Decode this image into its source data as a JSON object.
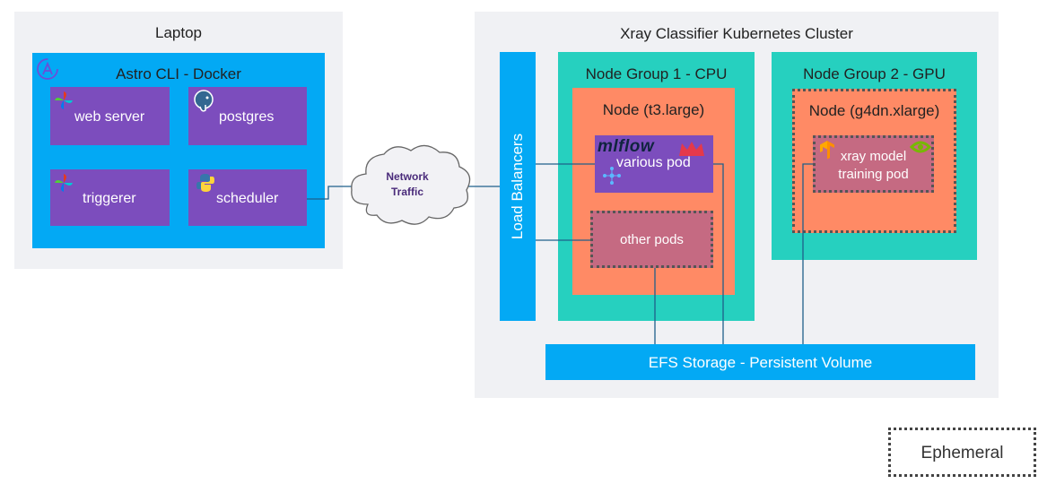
{
  "laptop": {
    "title": "Laptop",
    "docker": {
      "title": "Astro CLI - Docker",
      "services": {
        "web_server": "web server",
        "postgres": "postgres",
        "triggerer": "triggerer",
        "scheduler": "scheduler"
      }
    }
  },
  "network": {
    "line1": "Network",
    "line2": "Traffic"
  },
  "cluster": {
    "title": "Xray Classifier Kubernetes Cluster",
    "load_balancers": "Load Balancers",
    "node_group_1": {
      "title": "Node Group 1 - CPU",
      "node": "Node (t3.large)",
      "pod_various": {
        "logo": "mlflow",
        "label": "various pod"
      },
      "pod_other": "other pods"
    },
    "node_group_2": {
      "title": "Node Group 2 - GPU",
      "node": "Node (g4dn.xlarge)",
      "pod_training": {
        "line1": "xray model",
        "line2": "training pod"
      }
    },
    "storage": "EFS Storage - Persistent Volume"
  },
  "legend": {
    "ephemeral": "Ephemeral"
  },
  "colors": {
    "panel": "#f0f1f4",
    "blue": "#03a9f4",
    "teal": "#26d0bf",
    "orange": "#ff8a65",
    "purple": "#7c4dbd",
    "mauve": "#c56a82",
    "network_text": "#4a2b7a"
  }
}
